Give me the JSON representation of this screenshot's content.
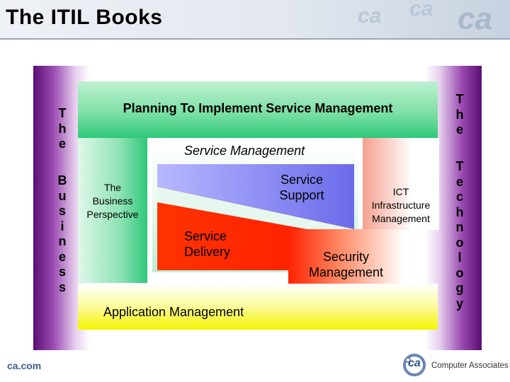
{
  "title": "The ITIL Books",
  "left_column": {
    "word1": [
      "T",
      "h",
      "e"
    ],
    "word2": [
      "B",
      "u",
      "s",
      "i",
      "n",
      "e",
      "s",
      "s"
    ]
  },
  "right_column": {
    "word1": [
      "T",
      "h",
      "e"
    ],
    "word2": [
      "T",
      "e",
      "c",
      "h",
      "n",
      "o",
      "l",
      "o",
      "g",
      "y"
    ]
  },
  "boxes": {
    "planning": "Planning To Implement Service Management",
    "service_management": "Service Management",
    "business_perspective": [
      "The",
      "Business",
      "Perspective"
    ],
    "service_support": [
      "Service",
      "Support"
    ],
    "service_delivery": [
      "Service",
      "Delivery"
    ],
    "ict": [
      "ICT",
      "Infrastructure",
      "Management"
    ],
    "security": [
      "Security",
      "Management"
    ],
    "application": "Application Management"
  },
  "footer": {
    "url": "ca.com",
    "company": "Computer Associates",
    "logo_text": "ca"
  },
  "colors": {
    "purple": "#7b1f8f",
    "green": "#2fc87a",
    "blue_violet": "#7a7af0",
    "red": "#ff2200",
    "yellow": "#f4f400",
    "salmon": "#f08070"
  }
}
